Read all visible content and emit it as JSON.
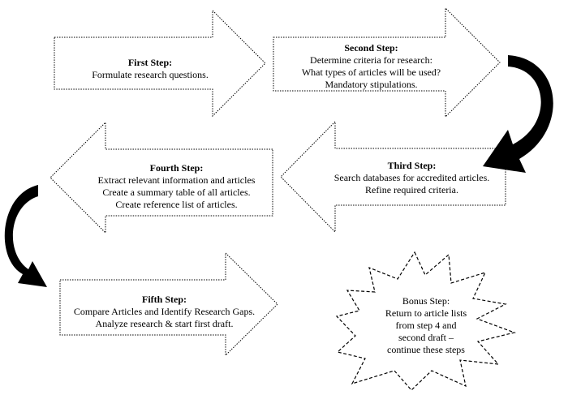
{
  "steps": [
    {
      "title": "First Step:",
      "lines": [
        "Formulate research questions."
      ]
    },
    {
      "title": "Second Step:",
      "lines": [
        "Determine criteria for research:",
        "What types of articles will be used?",
        "Mandatory stipulations."
      ]
    },
    {
      "title": "Third Step:",
      "lines": [
        "Search databases for accredited articles.",
        "Refine required criteria."
      ]
    },
    {
      "title": "Fourth Step:",
      "lines": [
        "Extract relevant information and articles",
        "Create a summary table of all articles.",
        "Create reference list of articles."
      ]
    },
    {
      "title": "Fifth Step:",
      "lines": [
        "Compare Articles and Identify Research Gaps.",
        "Analyze research & start first draft."
      ]
    }
  ],
  "bonus": {
    "lines": [
      "Bonus Step:",
      "Return to article lists",
      "from step 4 and",
      "second draft –",
      "continue these steps"
    ]
  }
}
